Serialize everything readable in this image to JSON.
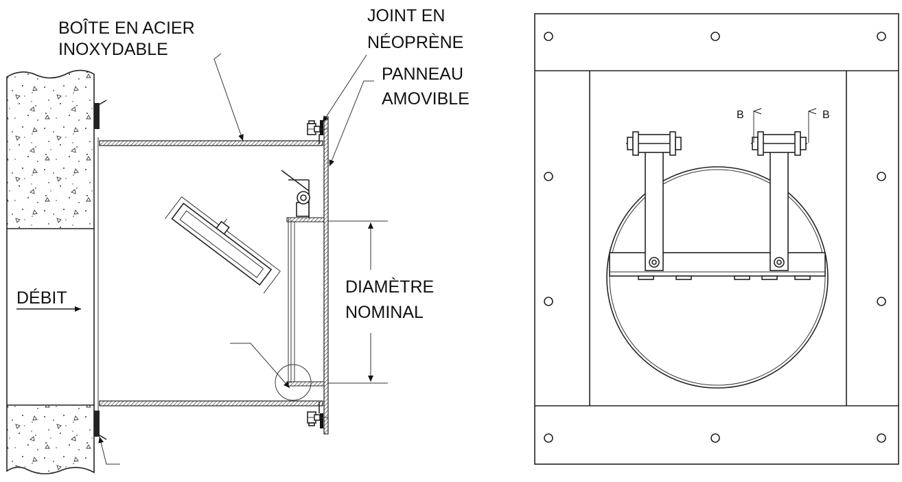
{
  "section_view": {
    "labels": {
      "box_line1": "BOÎTE EN ACIER",
      "box_line2": "INOXYDABLE",
      "gasket_line1": "JOINT EN",
      "gasket_line2": "NÉOPRÈNE",
      "panel_line1": "PANNEAU",
      "panel_line2": "AMOVIBLE",
      "flow": "DÉBIT",
      "diameter_line1": "DIAMÈTRE",
      "diameter_line2": "NOMINAL"
    }
  },
  "front_view": {
    "section_marks": [
      "B",
      "B"
    ]
  },
  "colors": {
    "line": "#222222",
    "background": "#ffffff"
  }
}
